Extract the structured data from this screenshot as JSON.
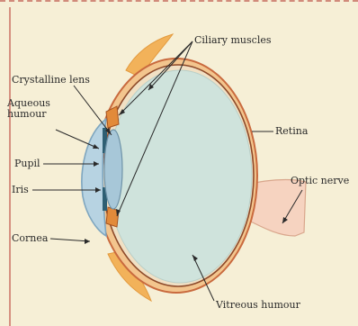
{
  "labels": {
    "ciliary_muscles": "Ciliary muscles",
    "crystalline_lens": "Crystalline lens",
    "aqueous_humour_line1": "Aqueous",
    "aqueous_humour_line2": "humour",
    "pupil": "Pupil",
    "iris": "Iris",
    "cornea": "Cornea",
    "retina": "Retina",
    "optic_nerve": "Optic nerve",
    "vitreous_humour": "Vitreous humour"
  }
}
